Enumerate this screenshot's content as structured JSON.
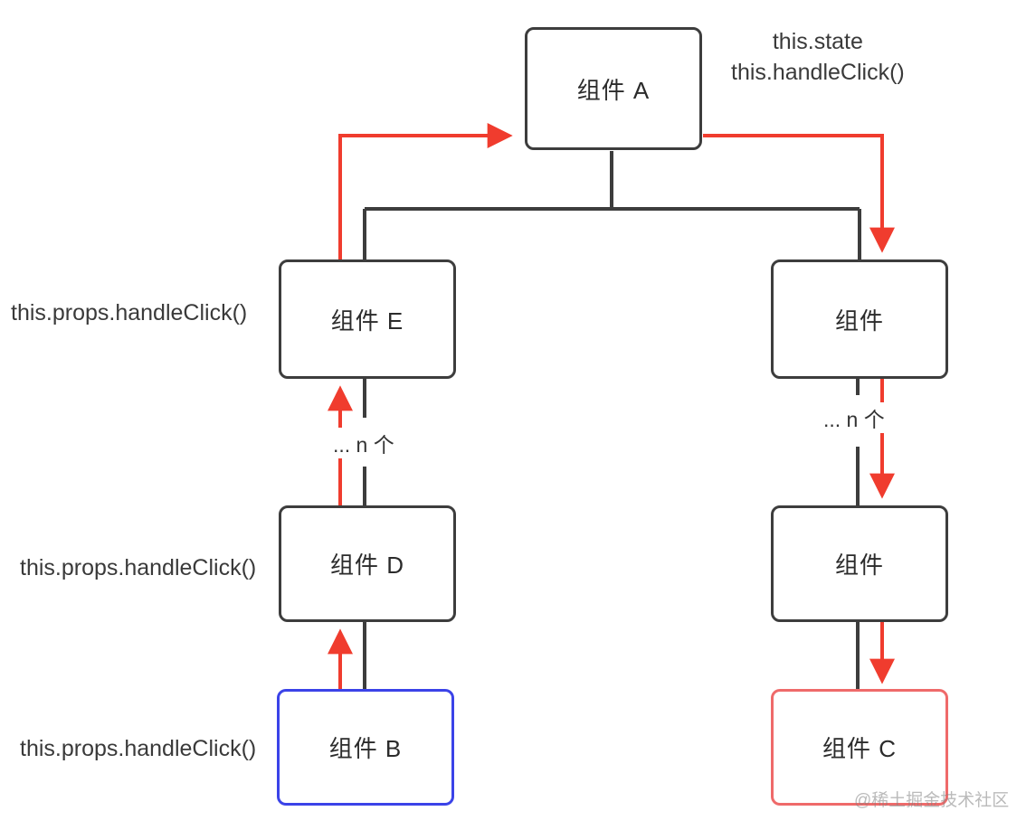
{
  "diagram": {
    "title_note": {
      "line1": "this.state",
      "line2": "this.handleClick()"
    },
    "nodes": [
      {
        "id": "A",
        "label": "组件 A",
        "accent": "dark"
      },
      {
        "id": "E",
        "label": "组件 E",
        "accent": "dark"
      },
      {
        "id": "R1",
        "label": "组件",
        "accent": "dark"
      },
      {
        "id": "D",
        "label": "组件 D",
        "accent": "dark"
      },
      {
        "id": "R2",
        "label": "组件",
        "accent": "dark"
      },
      {
        "id": "B",
        "label": "组件 B",
        "accent": "blue"
      },
      {
        "id": "C",
        "label": "组件 C",
        "accent": "red"
      }
    ],
    "side_labels": [
      {
        "id": "label-e",
        "text": "this.props.handleClick()"
      },
      {
        "id": "label-d",
        "text": "this.props.handleClick()"
      },
      {
        "id": "label-b",
        "text": "this.props.handleClick()"
      }
    ],
    "edge_labels": [
      {
        "id": "ellipsis-left",
        "text": "... n 个"
      },
      {
        "id": "ellipsis-right",
        "text": "... n 个"
      }
    ],
    "colors": {
      "flow_red": "#f03c2e",
      "node_border": "#3d3d3d",
      "accent_blue": "#3b43e8",
      "accent_red": "#ef6a6a",
      "text": "#2b2b2b"
    },
    "watermark": "@稀土掘金技术社区"
  }
}
